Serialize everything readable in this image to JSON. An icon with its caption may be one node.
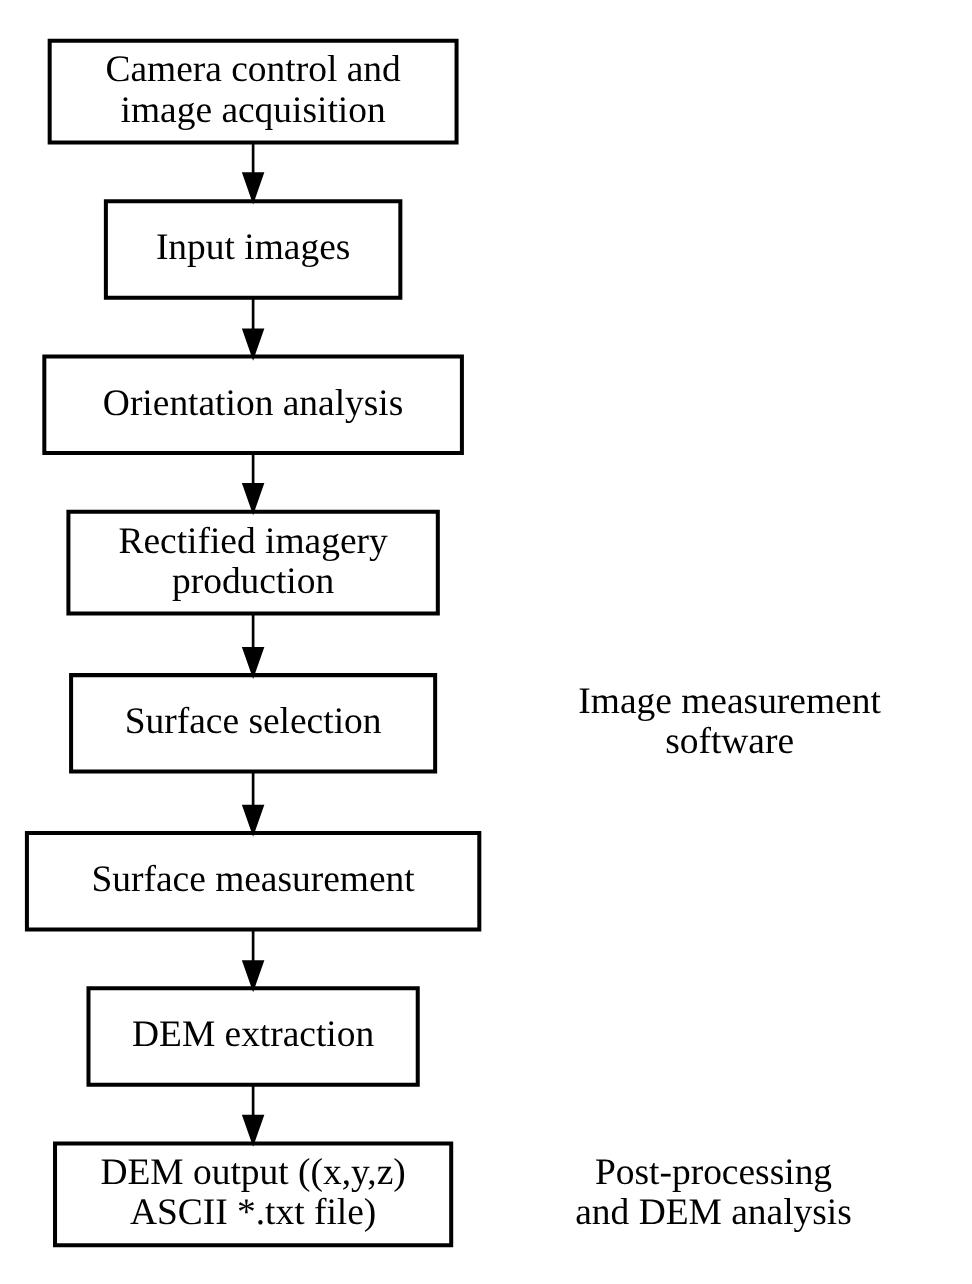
{
  "diagram": {
    "nodes": [
      {
        "text": [
          "Camera control and image acquisition"
        ]
      },
      {
        "text": [
          "Input images"
        ]
      },
      {
        "text": [
          "Orientation analysis"
        ]
      },
      {
        "text": [
          "Rectified imagery production"
        ]
      },
      {
        "text": [
          "Surface selection"
        ]
      },
      {
        "text": [
          "Surface measurement"
        ]
      },
      {
        "text": [
          "DEM extraction"
        ]
      },
      {
        "text": [
          "DEM output ((x,y,z) ASCII *.txt file)"
        ],
        "beside": [
          "Post-processing and DEM analysis"
        ]
      }
    ],
    "edges": [
      {
        "from": 0,
        "to": 1,
        "arrow": "to"
      },
      {
        "from": 1,
        "to": 2,
        "arrow": "to"
      },
      {
        "from": 2,
        "to": 3,
        "arrow": "to"
      },
      {
        "from": 3,
        "to": 4,
        "arrow": "to"
      },
      {
        "from": 4,
        "to": 5,
        "arrow": "to"
      },
      {
        "from": 5,
        "to": 6,
        "arrow": "to"
      },
      {
        "from": 6,
        "to": 7,
        "arrow": "to"
      }
    ],
    "labels": [
      "Image measurement software"
    ]
  }
}
